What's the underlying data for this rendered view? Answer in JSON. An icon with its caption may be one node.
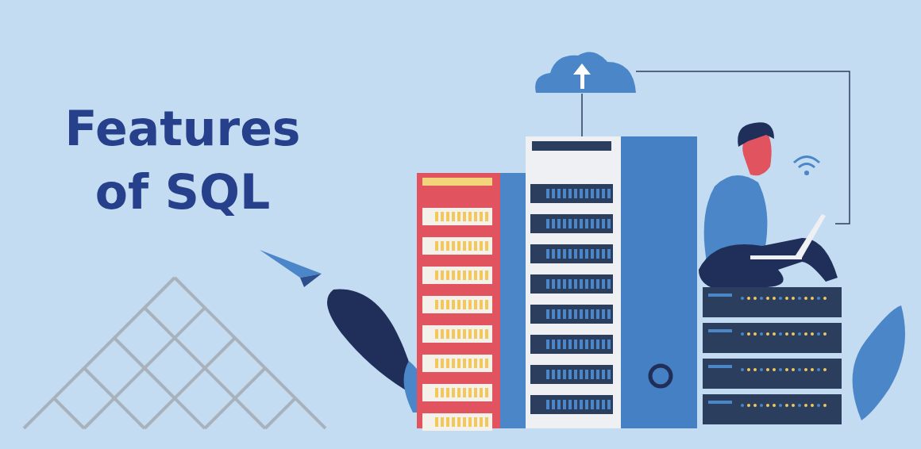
{
  "diagram": {
    "title": "Features of SQL",
    "nodes": [
      {
        "text": [],
        "shape": "cloud"
      },
      {
        "text": [],
        "shape": "picture"
      },
      {
        "text": [],
        "shape": "picture"
      }
    ],
    "edges": [
      {
        "from": 0,
        "to": 1,
        "arrow": "none"
      },
      {
        "from": 0,
        "to": 2,
        "arrow": "none"
      }
    ]
  }
}
